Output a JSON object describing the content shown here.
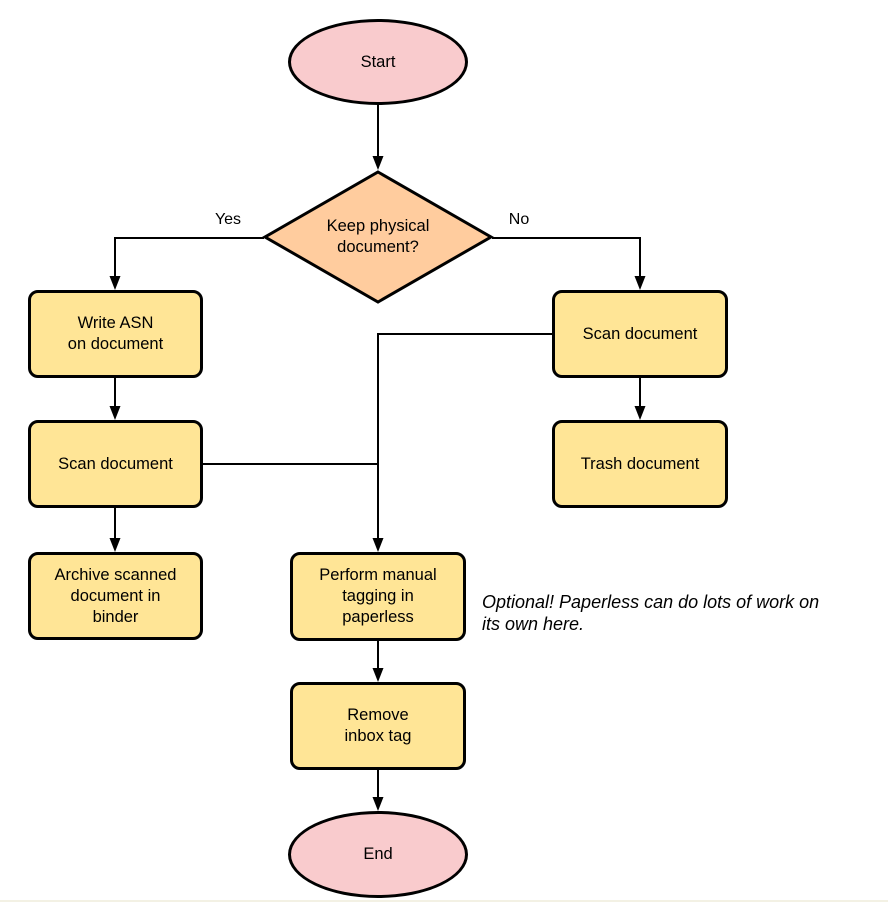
{
  "diagram": {
    "nodes": {
      "start": {
        "type": "terminal",
        "label": "Start"
      },
      "decision": {
        "type": "decision",
        "label": [
          "Keep physical",
          "document?"
        ]
      },
      "write_asn": {
        "type": "process",
        "label": [
          "Write ASN",
          "on document"
        ]
      },
      "scan_left": {
        "type": "process",
        "label": "Scan document"
      },
      "archive": {
        "type": "process",
        "label": [
          "Archive scanned",
          "document in",
          "binder"
        ]
      },
      "scan_right": {
        "type": "process",
        "label": "Scan document"
      },
      "trash": {
        "type": "process",
        "label": "Trash document"
      },
      "tagging": {
        "type": "process",
        "label": [
          "Perform manual",
          "tagging in",
          "paperless"
        ]
      },
      "remove_inbox": {
        "type": "process",
        "label": [
          "Remove",
          "inbox tag"
        ]
      },
      "end": {
        "type": "terminal",
        "label": "End"
      }
    },
    "edge_labels": {
      "yes": "Yes",
      "no": "No"
    },
    "annotation": [
      "Optional! Paperless can do lots of work on",
      "its own here."
    ],
    "colors": {
      "process_fill": "#FFE596",
      "decision_fill": "#FFCC9E",
      "terminal_fill": "#F9CBCD",
      "stroke": "#000000",
      "page_edge": "#F3F1E4"
    }
  }
}
